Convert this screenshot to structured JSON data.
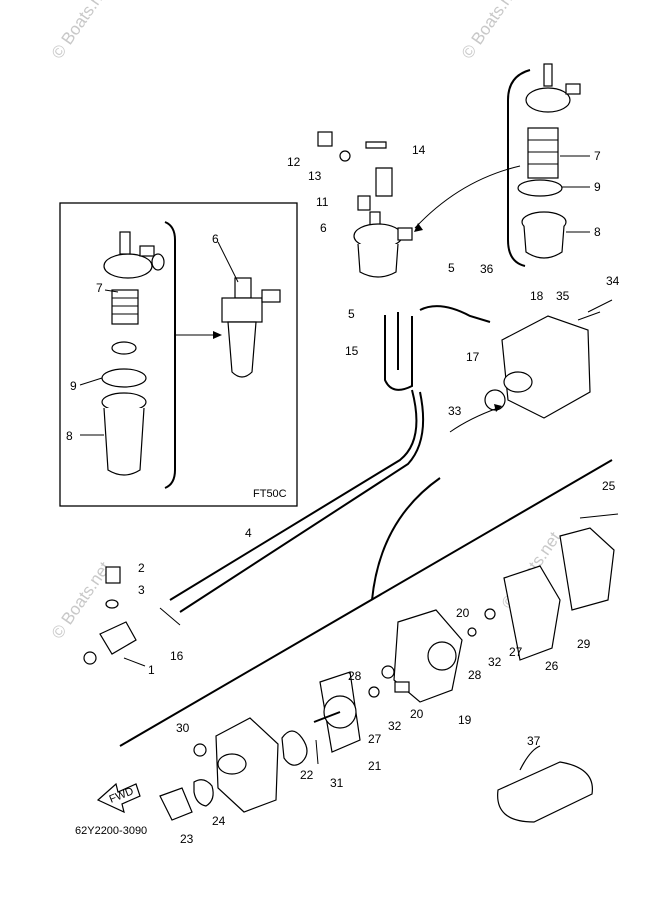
{
  "inset_label": "FT50C",
  "part_code": "62Y2200-3090",
  "fwd_label": "FWD",
  "watermark": "© Boats.net",
  "callouts": {
    "c1": "1",
    "c2": "2",
    "c3": "3",
    "c4": "4",
    "c5a": "5",
    "c5b": "5",
    "c6a": "6",
    "c6b": "6",
    "c7a": "7",
    "c7b": "7",
    "c8a": "8",
    "c8b": "8",
    "c9a": "9",
    "c9b": "9",
    "c11": "11",
    "c12": "12",
    "c13": "13",
    "c14": "14",
    "c15": "15",
    "c16": "16",
    "c17": "17",
    "c18": "18",
    "c19": "19",
    "c20a": "20",
    "c20b": "20",
    "c21": "21",
    "c22": "22",
    "c23": "23",
    "c24": "24",
    "c25": "25",
    "c26": "26",
    "c27a": "27",
    "c27b": "27",
    "c28a": "28",
    "c28b": "28",
    "c29": "29",
    "c30": "30",
    "c31": "31",
    "c32a": "32",
    "c32b": "32",
    "c33": "33",
    "c34": "34",
    "c35": "35",
    "c36": "36",
    "c37": "37"
  }
}
